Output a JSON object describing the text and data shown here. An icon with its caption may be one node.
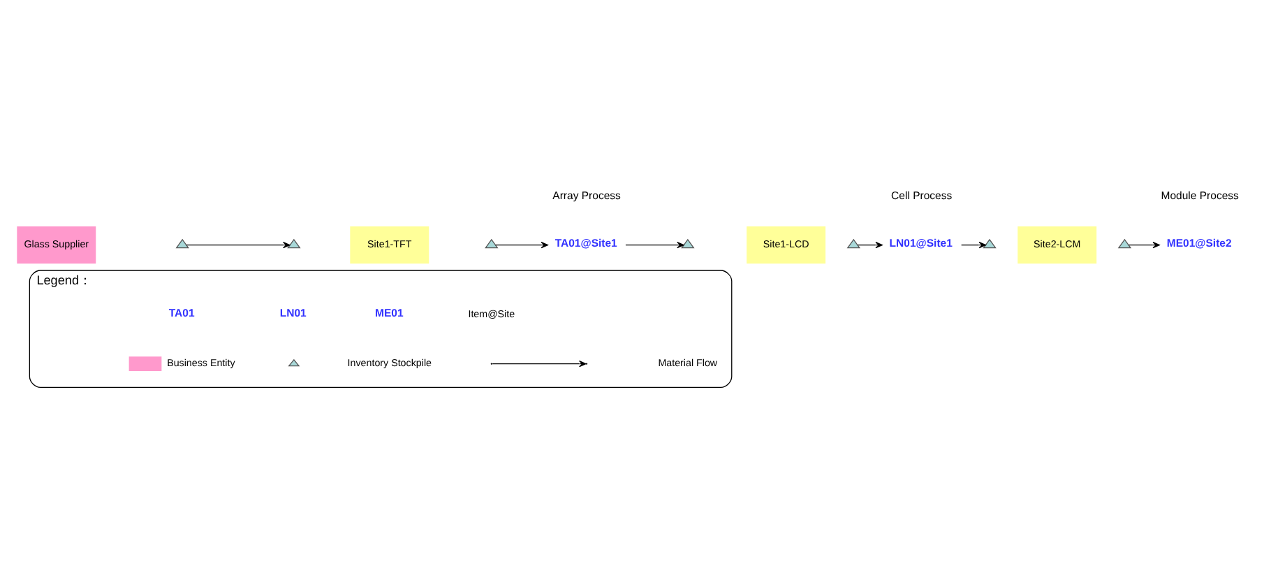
{
  "diagram": {
    "nodes": [
      {
        "text": [
          "Glass Supplier"
        ]
      },
      {
        "text": [
          "Site1-TFT"
        ]
      },
      {
        "text": [
          "Site1-LCD"
        ]
      },
      {
        "text": [
          "Site2-LCM"
        ]
      },
      {
        "text": [
          "TA01@Site1"
        ]
      },
      {
        "text": [
          "LN01@Site1"
        ]
      },
      {
        "text": [
          "ME01@Site2"
        ]
      },
      {
        "text": [],
        "shape": "triangle"
      },
      {
        "text": [],
        "shape": "triangle"
      },
      {
        "text": [],
        "shape": "triangle"
      },
      {
        "text": [],
        "shape": "triangle"
      },
      {
        "text": [],
        "shape": "triangle"
      },
      {
        "text": [],
        "shape": "triangle"
      },
      {
        "text": [],
        "shape": "triangle"
      },
      {
        "text": [
          "Legend："
        ]
      }
    ],
    "edges": [
      {
        "from": 7,
        "to": 8,
        "arrow": "to"
      },
      {
        "from": 9,
        "to": 4,
        "arrow": "to"
      },
      {
        "from": 4,
        "to": 10,
        "arrow": "to"
      },
      {
        "from": 11,
        "to": 5,
        "arrow": "to"
      },
      {
        "from": 5,
        "to": 12,
        "arrow": "to"
      },
      {
        "from": 13,
        "to": 6,
        "arrow": "to"
      }
    ],
    "labels": [
      "Array Process",
      "Cell Process",
      "Module Process",
      "TA01",
      "LN01",
      "ME01"
    ],
    "legend": [
      {
        "text": "Business Entity",
        "color": "#ff99cc"
      },
      {
        "text": "Inventory Stockpile"
      },
      {
        "text": "Material Flow"
      },
      {
        "text": "Item@Site"
      }
    ]
  }
}
